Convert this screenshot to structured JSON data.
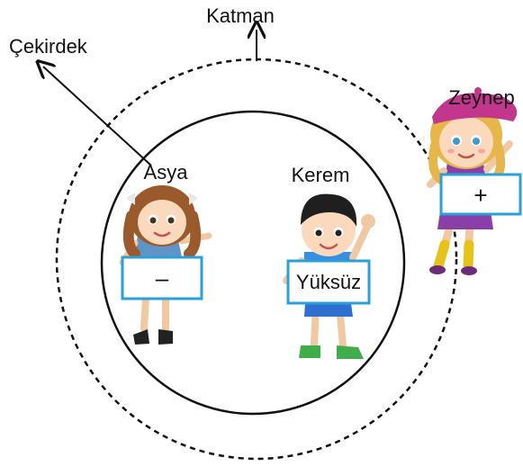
{
  "labels": {
    "katman": "Katman",
    "cekirdek": "Çekirdek",
    "zeynep": "Zeynep",
    "asya": "Asya",
    "kerem": "Kerem"
  },
  "charges": {
    "asya": "–",
    "kerem": "Yüksüz",
    "zeynep": "+"
  },
  "colors": {
    "charge_box_border": "#2a9fd8",
    "zeynep_dress": "#8a3fa8",
    "zeynep_hat": "#c2368e",
    "asya_shirt": "#5f94c8",
    "kerem_shirt": "#3a8ee0",
    "kerem_shorts": "#2f6fd0"
  }
}
